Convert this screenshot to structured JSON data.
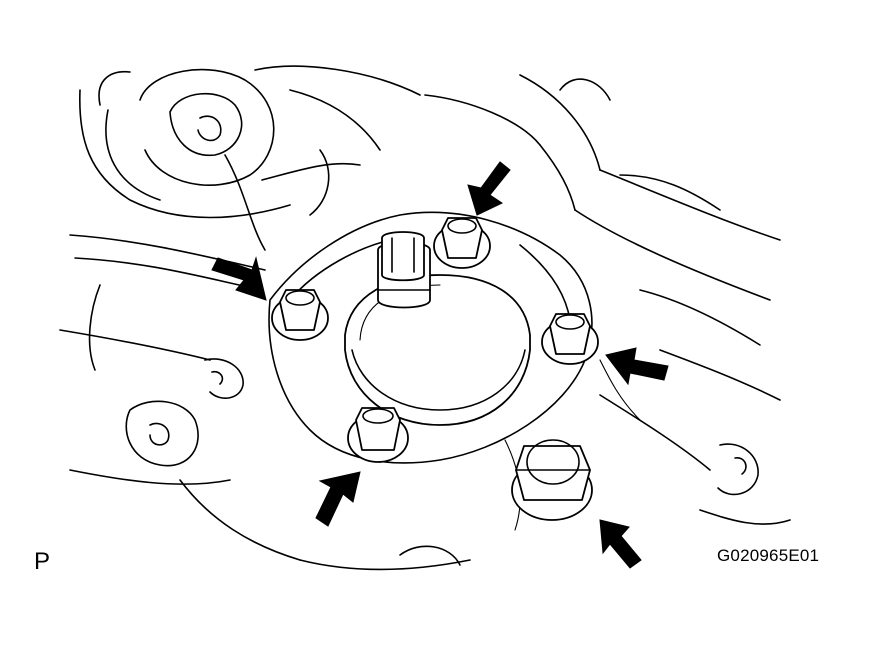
{
  "figure": {
    "view_letter": "P",
    "code": "G020965E01"
  },
  "callouts": [
    {
      "name": "arrow-upper-bolt",
      "target": "hub-bolt-top"
    },
    {
      "name": "arrow-left-bolt",
      "target": "hub-bolt-left"
    },
    {
      "name": "arrow-right-bolt",
      "target": "hub-bolt-right"
    },
    {
      "name": "arrow-lower-bolt",
      "target": "hub-bolt-bottom"
    },
    {
      "name": "arrow-large-nut",
      "target": "axle-nut"
    }
  ]
}
